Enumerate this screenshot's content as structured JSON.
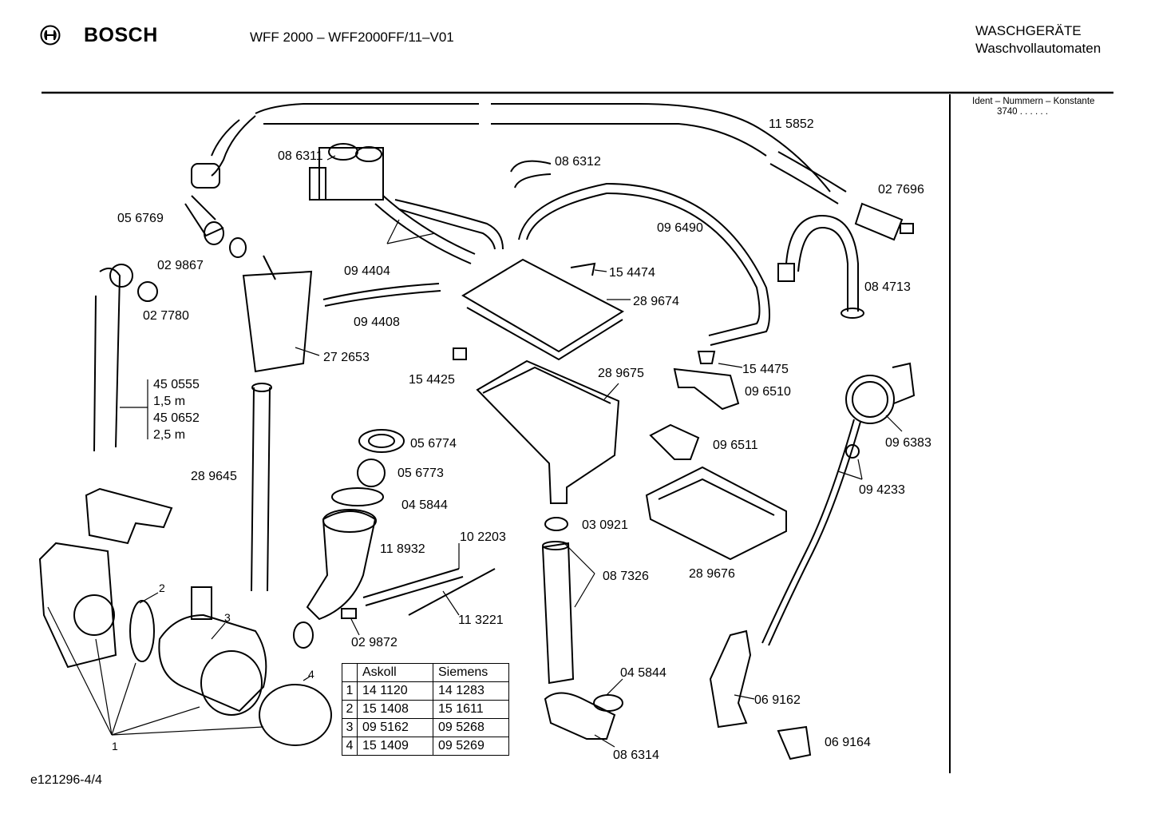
{
  "header": {
    "brand": "BOSCH",
    "model": "WFF 2000 – WFF2000FF/11–V01",
    "category_line1": "WASCHGERÄTE",
    "category_line2": "Waschvollautomaten",
    "ident_label": "Ident – Nummern – Konstante",
    "ident_value": "3740  . .     . . . ."
  },
  "footer": {
    "drawing_id": "e121296-4/4"
  },
  "parts": {
    "p115852": "11 5852",
    "p027696": "02 7696",
    "p084713": "08 4713",
    "p086311": "08 6311",
    "p086312": "08 6312",
    "p096490": "09 6490",
    "p056769": "05 6769",
    "p029867": "02 9867",
    "p094404": "09 4404",
    "p154474": "15 4474",
    "p289674": "28 9674",
    "p027780": "02 7780",
    "p094408": "09 4408",
    "p272653": "27 2653",
    "p154425": "15 4425",
    "p289675": "28 9675",
    "p154475": "15 4475",
    "p096510": "09 6510",
    "p450555": "45 0555",
    "p15m": "1,5 m",
    "p450652": "45 0652",
    "p25m": "2,5 m",
    "p096383": "09 6383",
    "p056774": "05 6774",
    "p096511": "09 6511",
    "p056773": "05 6773",
    "p289645": "28 9645",
    "p094233": "09 4233",
    "p045844a": "04 5844",
    "p102203": "10 2203",
    "p030921": "03 0921",
    "p118932": "11 8932",
    "p289676": "28 9676",
    "p087326": "08 7326",
    "p113221": "11 3221",
    "p029872": "02 9872",
    "p045844b": "04 5844",
    "p069162": "06 9162",
    "p086314": "08 6314",
    "p069164": "06 9164",
    "n1": "1",
    "n2": "2",
    "n3": "3",
    "n4": "4"
  },
  "reference_table": {
    "headers": [
      "Askoll",
      "Siemens"
    ],
    "rows": [
      {
        "n": "1",
        "askoll": "14 1120",
        "siemens": "14 1283"
      },
      {
        "n": "2",
        "askoll": "15 1408",
        "siemens": "15 1611"
      },
      {
        "n": "3",
        "askoll": "09 5162",
        "siemens": "09 5268"
      },
      {
        "n": "4",
        "askoll": "15 1409",
        "siemens": "09 5269"
      }
    ]
  }
}
